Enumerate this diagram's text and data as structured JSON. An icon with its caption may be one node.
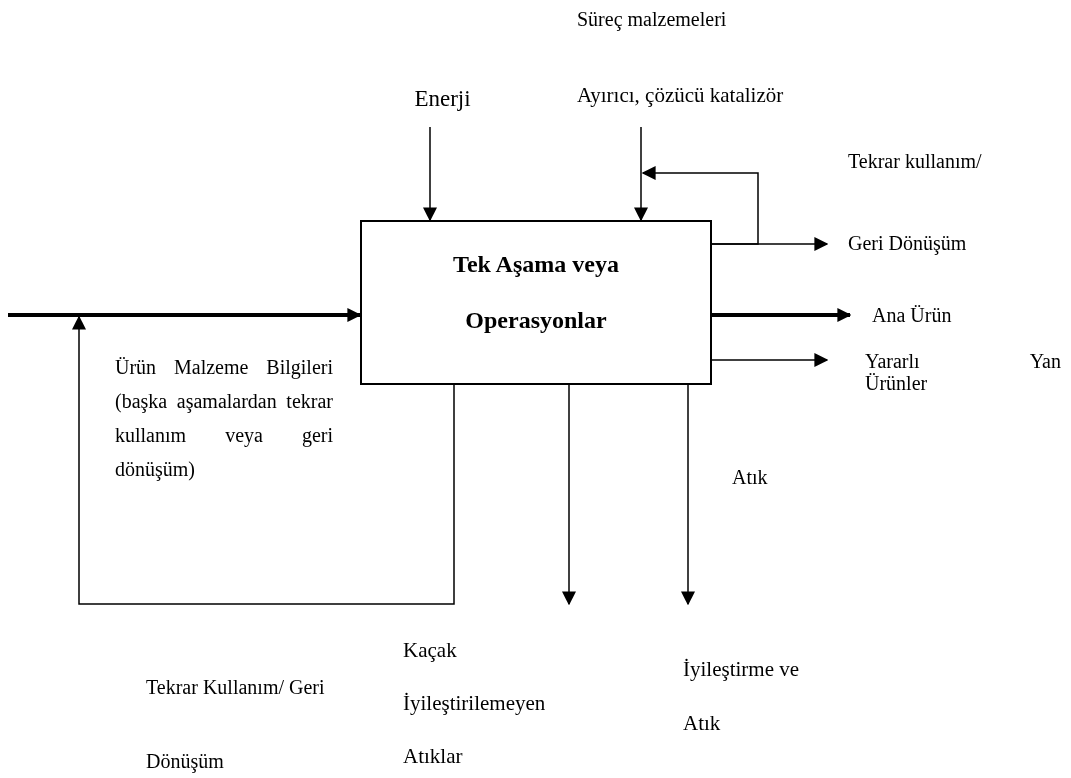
{
  "diagram": {
    "nodes": [
      {
        "text": [
          "Süreç malzemeleri",
          "Ayırıcı, çözücü katalizör"
        ]
      },
      {
        "text": [
          "Enerji"
        ]
      },
      {
        "text": [
          "Tekrar kullanım/",
          "Geri Dönüşüm"
        ]
      },
      {
        "text": [
          "Tek Aşama veya Operasyonlar"
        ]
      },
      {
        "text": [
          "Ana Ürün"
        ]
      },
      {
        "text": [
          "Yararlı Yan Ürünler"
        ]
      },
      {
        "text": [
          "Kaçak İyileştirilemeyen Atıklar"
        ]
      },
      {
        "text": [
          "İyileştirme ve Atık"
        ]
      }
    ],
    "edges": [
      {
        "from": 1,
        "to": 3,
        "arrow": "to"
      },
      {
        "from": 0,
        "to": 3,
        "arrow": "to"
      },
      {
        "from": 3,
        "to": 2,
        "arrow": "to"
      },
      {
        "from": 3,
        "to": null,
        "arrow": "to"
      },
      {
        "from": 3,
        "to": 4,
        "arrow": "to",
        "style": "thick"
      },
      {
        "from": 3,
        "to": 5,
        "arrow": "to"
      },
      {
        "from": 3,
        "to": 6,
        "arrow": "to"
      },
      {
        "from": 3,
        "to": 7,
        "arrow": "to"
      },
      {
        "from": null,
        "to": 3,
        "arrow": "to",
        "style": "thick"
      },
      {
        "from": 3,
        "to": null,
        "arrow": "to"
      }
    ],
    "labels": [
      "Ürün Malzeme Bilgileri (başka aşamalardan tekrar kullanım veya geri dönüşüm)",
      "Atık",
      "Tekrar Kullanım/ Geri Dönüşüm"
    ]
  }
}
